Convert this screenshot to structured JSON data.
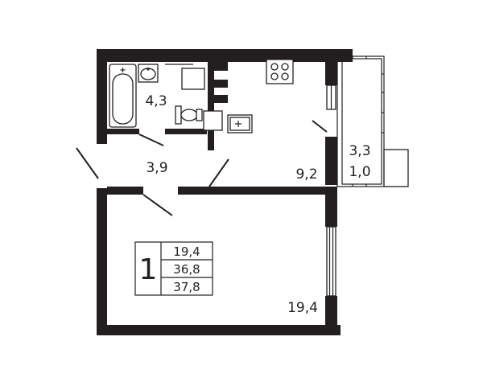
{
  "rooms": {
    "bathroom": "4,3",
    "hall": "3,9",
    "kitchen": "9,2",
    "bedroom": "19,4",
    "loggia_area": "3,3",
    "loggia_reduced": "1,0"
  },
  "summary": {
    "rooms_count": "1",
    "living_area": "19,4",
    "total_area": "36,8",
    "total_with_loggia": "37,8"
  }
}
